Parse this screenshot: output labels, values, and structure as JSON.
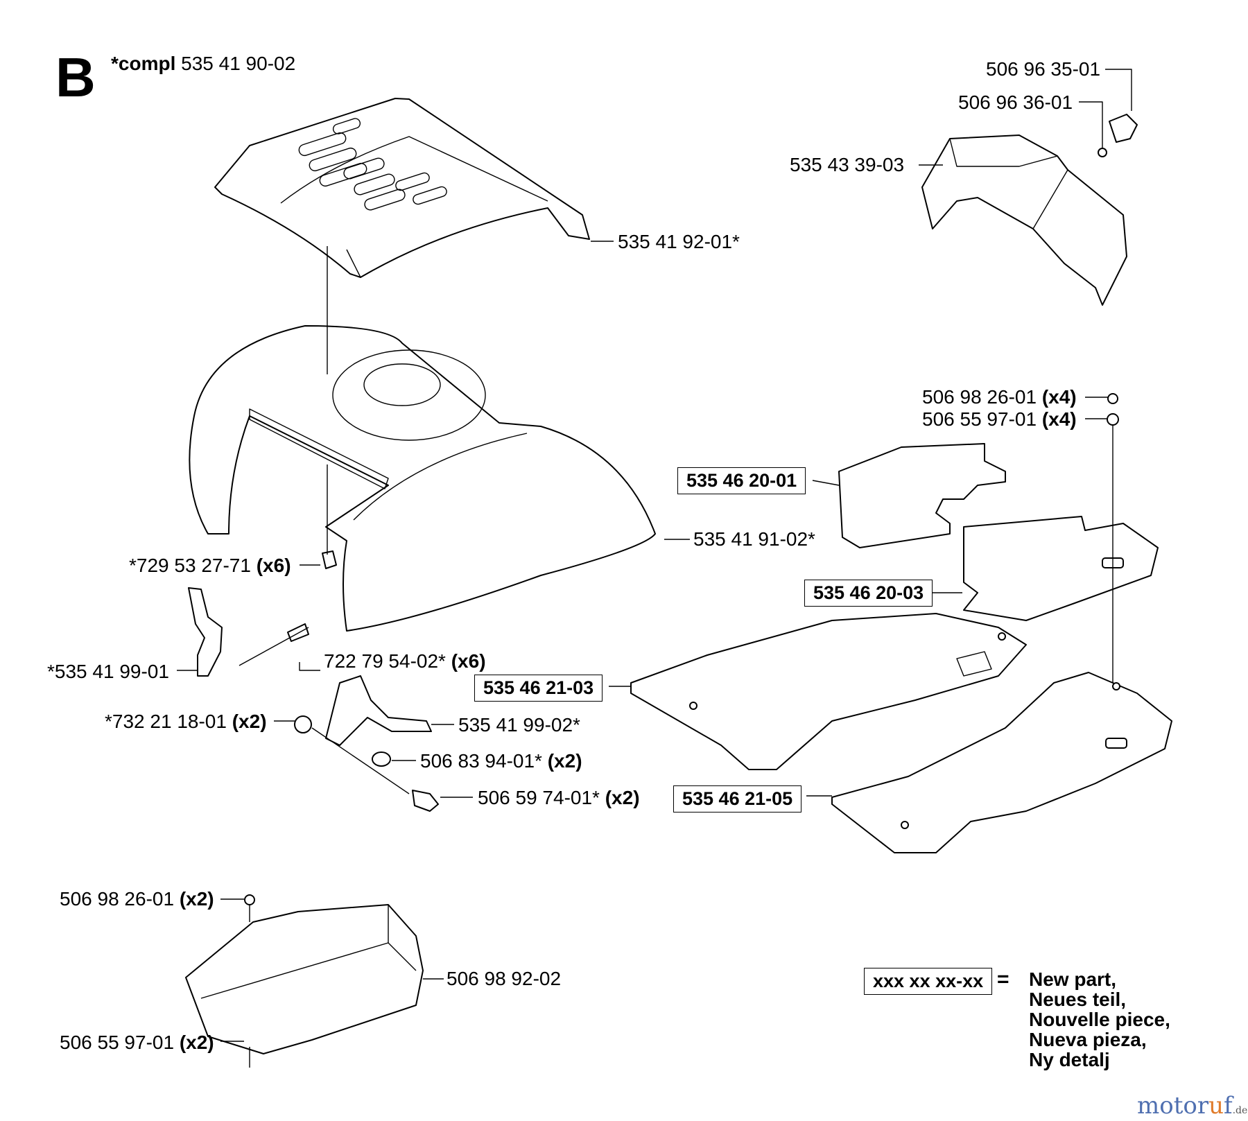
{
  "section_letter": "B",
  "compl": {
    "prefix": "*compl",
    "number": "535 41 90-02"
  },
  "parts": {
    "p1": {
      "number": "506 96 35-01"
    },
    "p2": {
      "number": "506 96 36-01"
    },
    "p3": {
      "number": "535 43 39-03"
    },
    "p4": {
      "number": "535 41 92-01*"
    },
    "p5": {
      "number": "506 98 26-01",
      "qty": "(x4)"
    },
    "p6": {
      "number": "506 55 97-01",
      "qty": "(x4)"
    },
    "p7": {
      "number": "535 46 20-01"
    },
    "p8": {
      "number": "535 41 91-02*"
    },
    "p9": {
      "number": "*729 53 27-71",
      "qty": "(x6)"
    },
    "p10": {
      "number": "535 46 20-03"
    },
    "p11": {
      "number": "722 79 54-02*",
      "qty": "(x6)"
    },
    "p12": {
      "number": "*535 41 99-01"
    },
    "p13": {
      "number": "535 46 21-03"
    },
    "p14": {
      "number": "*732 21 18-01",
      "qty": "(x2)"
    },
    "p15": {
      "number": "535 41 99-02*"
    },
    "p16": {
      "number": "506 83 94-01*",
      "qty": "(x2)"
    },
    "p17": {
      "number": "535 46 21-05"
    },
    "p18": {
      "number": "506 59 74-01*",
      "qty": "(x2)"
    },
    "p19": {
      "number": "506 98 26-01",
      "qty": "(x2)"
    },
    "p20": {
      "number": "506 98 92-02"
    },
    "p21": {
      "number": "506 55 97-01",
      "qty": "(x2)"
    }
  },
  "legend": {
    "sample": "xxx xx xx-xx",
    "equals": "=",
    "lines": [
      "New part,",
      "Neues teil,",
      "Nouvelle piece,",
      "Nueva pieza,",
      "Ny detalj"
    ]
  },
  "watermark": {
    "text_a": "moto",
    "text_b": "r",
    "text_c": "u",
    "text_d": "f",
    "suffix": ".de"
  }
}
